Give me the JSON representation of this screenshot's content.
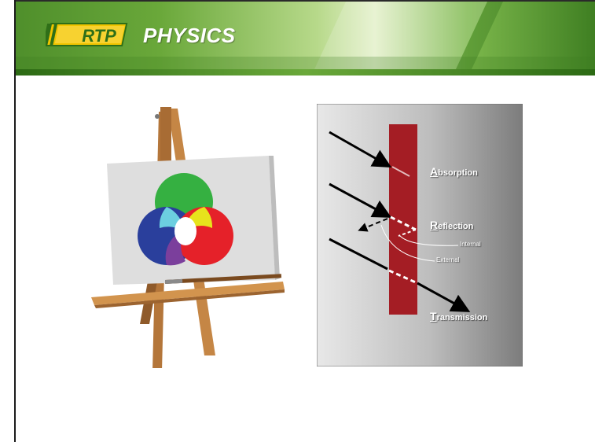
{
  "header": {
    "logo_text": "RTP",
    "title": "PHYSICS",
    "logo_icon": "rtp-logo",
    "accent_color": "#5c9e33",
    "logo_color": "#f0c400"
  },
  "diagram": {
    "absorption_first": "A",
    "absorption_rest": "bsorption",
    "reflection_first": "R",
    "reflection_rest": "eflection",
    "internal_label": "Internal",
    "external_label": "External",
    "transmission_first": "T",
    "transmission_rest": "ransmission",
    "material_color": "#a41d24"
  },
  "easel": {
    "circle_colors": {
      "green": "#35b041",
      "blue": "#2a3f9c",
      "red": "#e52129",
      "yellow": "#e7e31c",
      "cyan": "#6ccfe0",
      "magenta": "#7b3f9c",
      "white": "#ffffff"
    }
  }
}
